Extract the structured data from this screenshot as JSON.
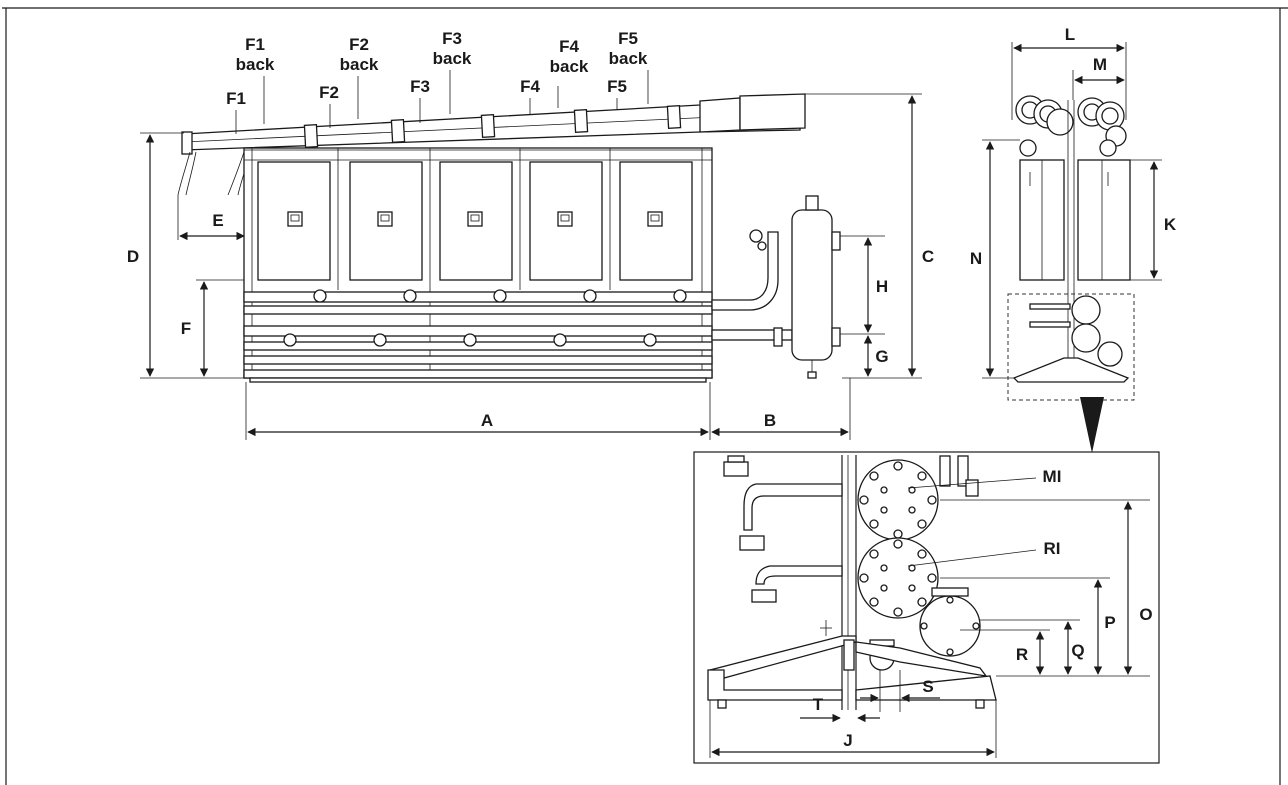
{
  "labels": {
    "F1": "F1",
    "F2": "F2",
    "F3": "F3",
    "F4": "F4",
    "F5": "F5",
    "back": "back",
    "A": "A",
    "B": "B",
    "C": "C",
    "D": "D",
    "E": "E",
    "F": "F",
    "G": "G",
    "H": "H",
    "J": "J",
    "K": "K",
    "L": "L",
    "M": "M",
    "N": "N",
    "O": "O",
    "P": "P",
    "Q": "Q",
    "R": "R",
    "S": "S",
    "T": "T",
    "MI": "MI",
    "RI": "RI"
  },
  "colors": {
    "line": "#1a1a1a",
    "background": "#ffffff"
  }
}
